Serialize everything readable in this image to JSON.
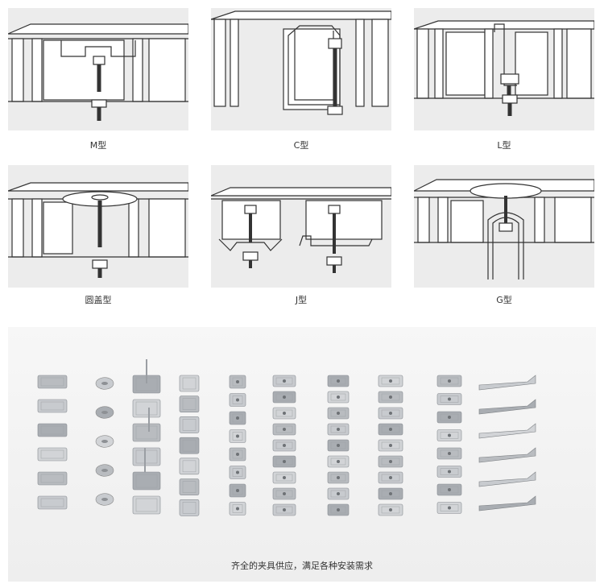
{
  "diagrams": [
    {
      "label": "M型",
      "icon": "m-type-clip-diagram"
    },
    {
      "label": "C型",
      "icon": "c-type-clip-diagram"
    },
    {
      "label": "L型",
      "icon": "l-type-clip-diagram"
    },
    {
      "label": "圆盖型",
      "icon": "round-cover-clip-diagram"
    },
    {
      "label": "J型",
      "icon": "j-type-clip-diagram"
    },
    {
      "label": "G型",
      "icon": "g-type-clip-diagram"
    }
  ],
  "photo": {
    "caption": "齐全的夹具供应，满足各种安装需求",
    "icon": "clip-assortment-photo"
  }
}
